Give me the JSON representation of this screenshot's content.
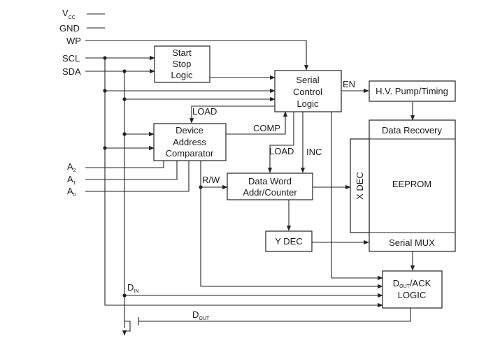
{
  "pins": {
    "vcc_main": "V",
    "vcc_sub": "CC",
    "gnd": "GND",
    "wp": "WP",
    "scl": "SCL",
    "sda": "SDA",
    "a2_main": "A",
    "a2_sub": "2",
    "a1_main": "A",
    "a1_sub": "1",
    "a0_main": "A",
    "a0_sub": "0"
  },
  "blocks": {
    "start_stop": [
      "Start",
      "Stop",
      "Logic"
    ],
    "serial_control": [
      "Serial",
      "Control",
      "Logic"
    ],
    "hv_pump": "H.V. Pump/Timing",
    "data_recovery": "Data Recovery",
    "device_address": [
      "Device",
      "Address",
      "Comparator"
    ],
    "eeprom": "EEPROM",
    "x_dec": "X DEC",
    "data_word": [
      "Data Word",
      "Addr/Counter"
    ],
    "y_dec": "Y DEC",
    "serial_mux": "Serial MUX",
    "dout_ack_main": "D",
    "dout_ack_sub": "OUT",
    "dout_ack_rest": "/ACK",
    "dout_ack_line2": "LOGIC"
  },
  "signals": {
    "en": "EN",
    "load_top": "LOAD",
    "comp": "COMP",
    "load_mid": "LOAD",
    "inc": "INC",
    "rw": "R/W",
    "din_main": "D",
    "din_sub": "IN",
    "dout_main": "D",
    "dout_sub": "OUT"
  }
}
